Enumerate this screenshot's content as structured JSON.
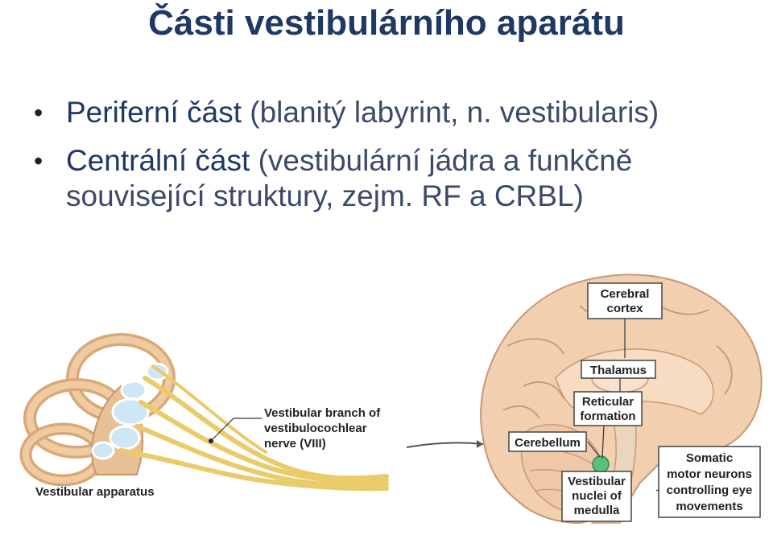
{
  "title": "Části vestibulárního aparátu",
  "bullets": [
    {
      "lead": "Periferní část",
      "detail": "(blanitý labyrint, n. vestibularis)"
    },
    {
      "lead": "Centrální část",
      "detail": "(vestibulární jádra a funkčně související struktury, zejm. RF a CRBL)"
    }
  ],
  "figure": {
    "vestibular_apparatus": "Vestibular apparatus",
    "nerve_line1": "Vestibular branch of",
    "nerve_line2": "vestibulocochlear",
    "nerve_line3": "nerve (VIII)",
    "cortex_line1": "Cerebral",
    "cortex_line2": "cortex",
    "thalamus": "Thalamus",
    "reticular_line1": "Reticular",
    "reticular_line2": "formation",
    "cerebellum": "Cerebellum",
    "nuclei_line1": "Vestibular",
    "nuclei_line2": "nuclei of",
    "nuclei_line3": "medulla",
    "motor_line1": "Somatic",
    "motor_line2": "motor neurons",
    "motor_line3": "controlling eye",
    "motor_line4": "movements",
    "colors": {
      "brain": "#f2cfae",
      "canal": "#e8c096",
      "nerve": "#f3dc8a",
      "nucleus": "#5cc07a"
    }
  }
}
